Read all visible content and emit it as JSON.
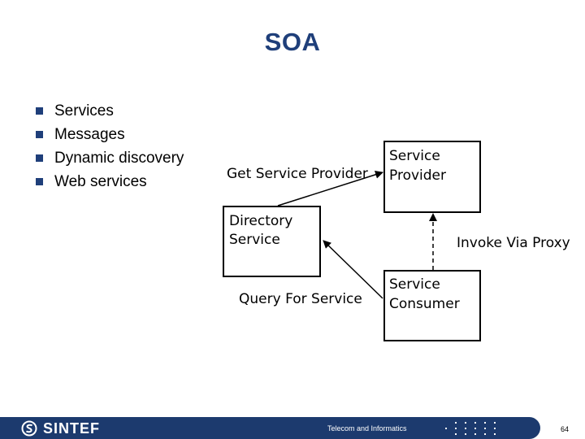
{
  "slide": {
    "title": "SOA",
    "bullets": [
      "Services",
      "Messages",
      "Dynamic discovery",
      "Web services"
    ]
  },
  "diagram": {
    "service_provider": [
      "Service",
      "Provider"
    ],
    "directory_service": [
      "Directory",
      "Service"
    ],
    "service_consumer": [
      "Service",
      "Consumer"
    ],
    "get_provider_label": "Get Service Provider",
    "query_label": "Query For Service",
    "invoke_label": "Invoke Via Proxy"
  },
  "footer": {
    "logo_text": "SINTEF",
    "center_text": "Telecom and Informatics",
    "page_number": "64"
  },
  "colors": {
    "accent": "#1f3f7a",
    "footer_bar": "#1c3a6e"
  }
}
